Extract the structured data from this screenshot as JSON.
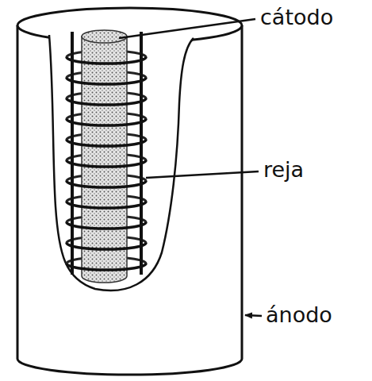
{
  "diagram": {
    "labels": [
      "cátodo",
      "reja",
      "ánodo"
    ]
  }
}
